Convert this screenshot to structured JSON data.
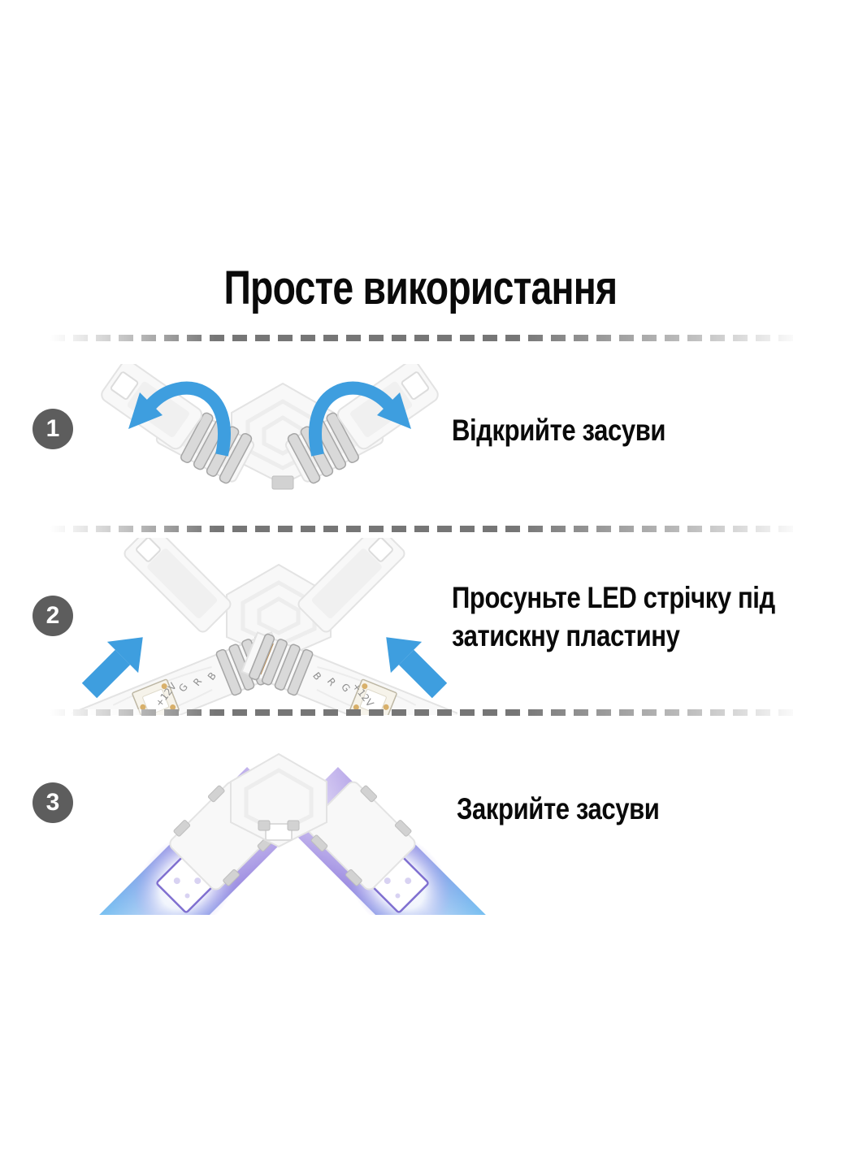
{
  "page": {
    "title": "Просте використання",
    "background_color": "#ffffff"
  },
  "steps": [
    {
      "number": "1",
      "caption": "Відкрийте засуви"
    },
    {
      "number": "2",
      "caption": "Просуньте LED стрічку під затискну пластину"
    },
    {
      "number": "3",
      "caption": "Закрийте засуви"
    }
  ],
  "strip_labels": [
    "+12V",
    "G",
    "R",
    "B"
  ],
  "colors": {
    "arrow_blue": "#3e9edf",
    "badge_gray": "#5d5d5d",
    "dash_gray": "#767676",
    "text_black": "#0a0a0a",
    "connector_white": "#f8f8f8",
    "metal_clip_gray": "#d9d9d9",
    "contact_gold": "#dfa963",
    "led_purple": "#9f8fe2",
    "led_cyan": "#6fd2f5"
  }
}
